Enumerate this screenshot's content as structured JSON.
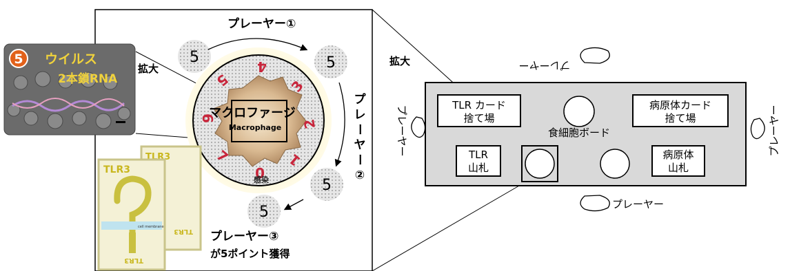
{
  "left_panel": {
    "player1": "プレーヤー①",
    "player2_vertical": [
      "プ",
      "レ",
      "ー",
      "ヤ",
      "ー",
      "②"
    ],
    "player3_line1": "プレーヤー③",
    "player3_line2": "が5ポイント獲得",
    "zoom_label": "拡大",
    "token_value": "5",
    "macrophage_jp": "マクロファージ",
    "macrophage_en": "Macrophage",
    "dial_numbers": [
      "0",
      "1",
      "2",
      "3",
      "4",
      "5",
      "6",
      "7"
    ],
    "dial_bottom_label": "感染",
    "virus_card": {
      "number": "5",
      "line1": "ウイルス",
      "line2": "2本鎖RNA"
    },
    "tlr_card_label": "TLR3",
    "tlr_card_label_inverted": "TLR3",
    "cell_membrane": "cell membrane"
  },
  "right_panel": {
    "zoom_label": "拡大",
    "top_player": "プレーヤー",
    "bottom_player": "プレーヤー",
    "left_player": "プレーヤー",
    "right_player": "プレーヤー",
    "tlr_discard_line1": "TLR カード",
    "tlr_discard_line2": "捨て場",
    "pathogen_discard_line1": "病原体カード",
    "pathogen_discard_line2": "捨て場",
    "board_label": "食細胞ボード",
    "tlr_deck_line1": "TLR",
    "tlr_deck_line2": "山札",
    "pathogen_deck_line1": "病原体",
    "pathogen_deck_line2": "山札"
  },
  "colors": {
    "virus_card_bg": "#6b6b6b",
    "virus_card_text": "#f0d23c",
    "badge_orange": "#e2611a",
    "dial_numbers": "#c8263c",
    "tlr_card_bg": "#f4f1d6",
    "tlr_card_border": "#c9c48a",
    "tlr_text": "#c9b71e",
    "membrane": "#bfe3ef",
    "board_gray": "#d9d9d9",
    "token_gray": "#d2d2d2"
  }
}
